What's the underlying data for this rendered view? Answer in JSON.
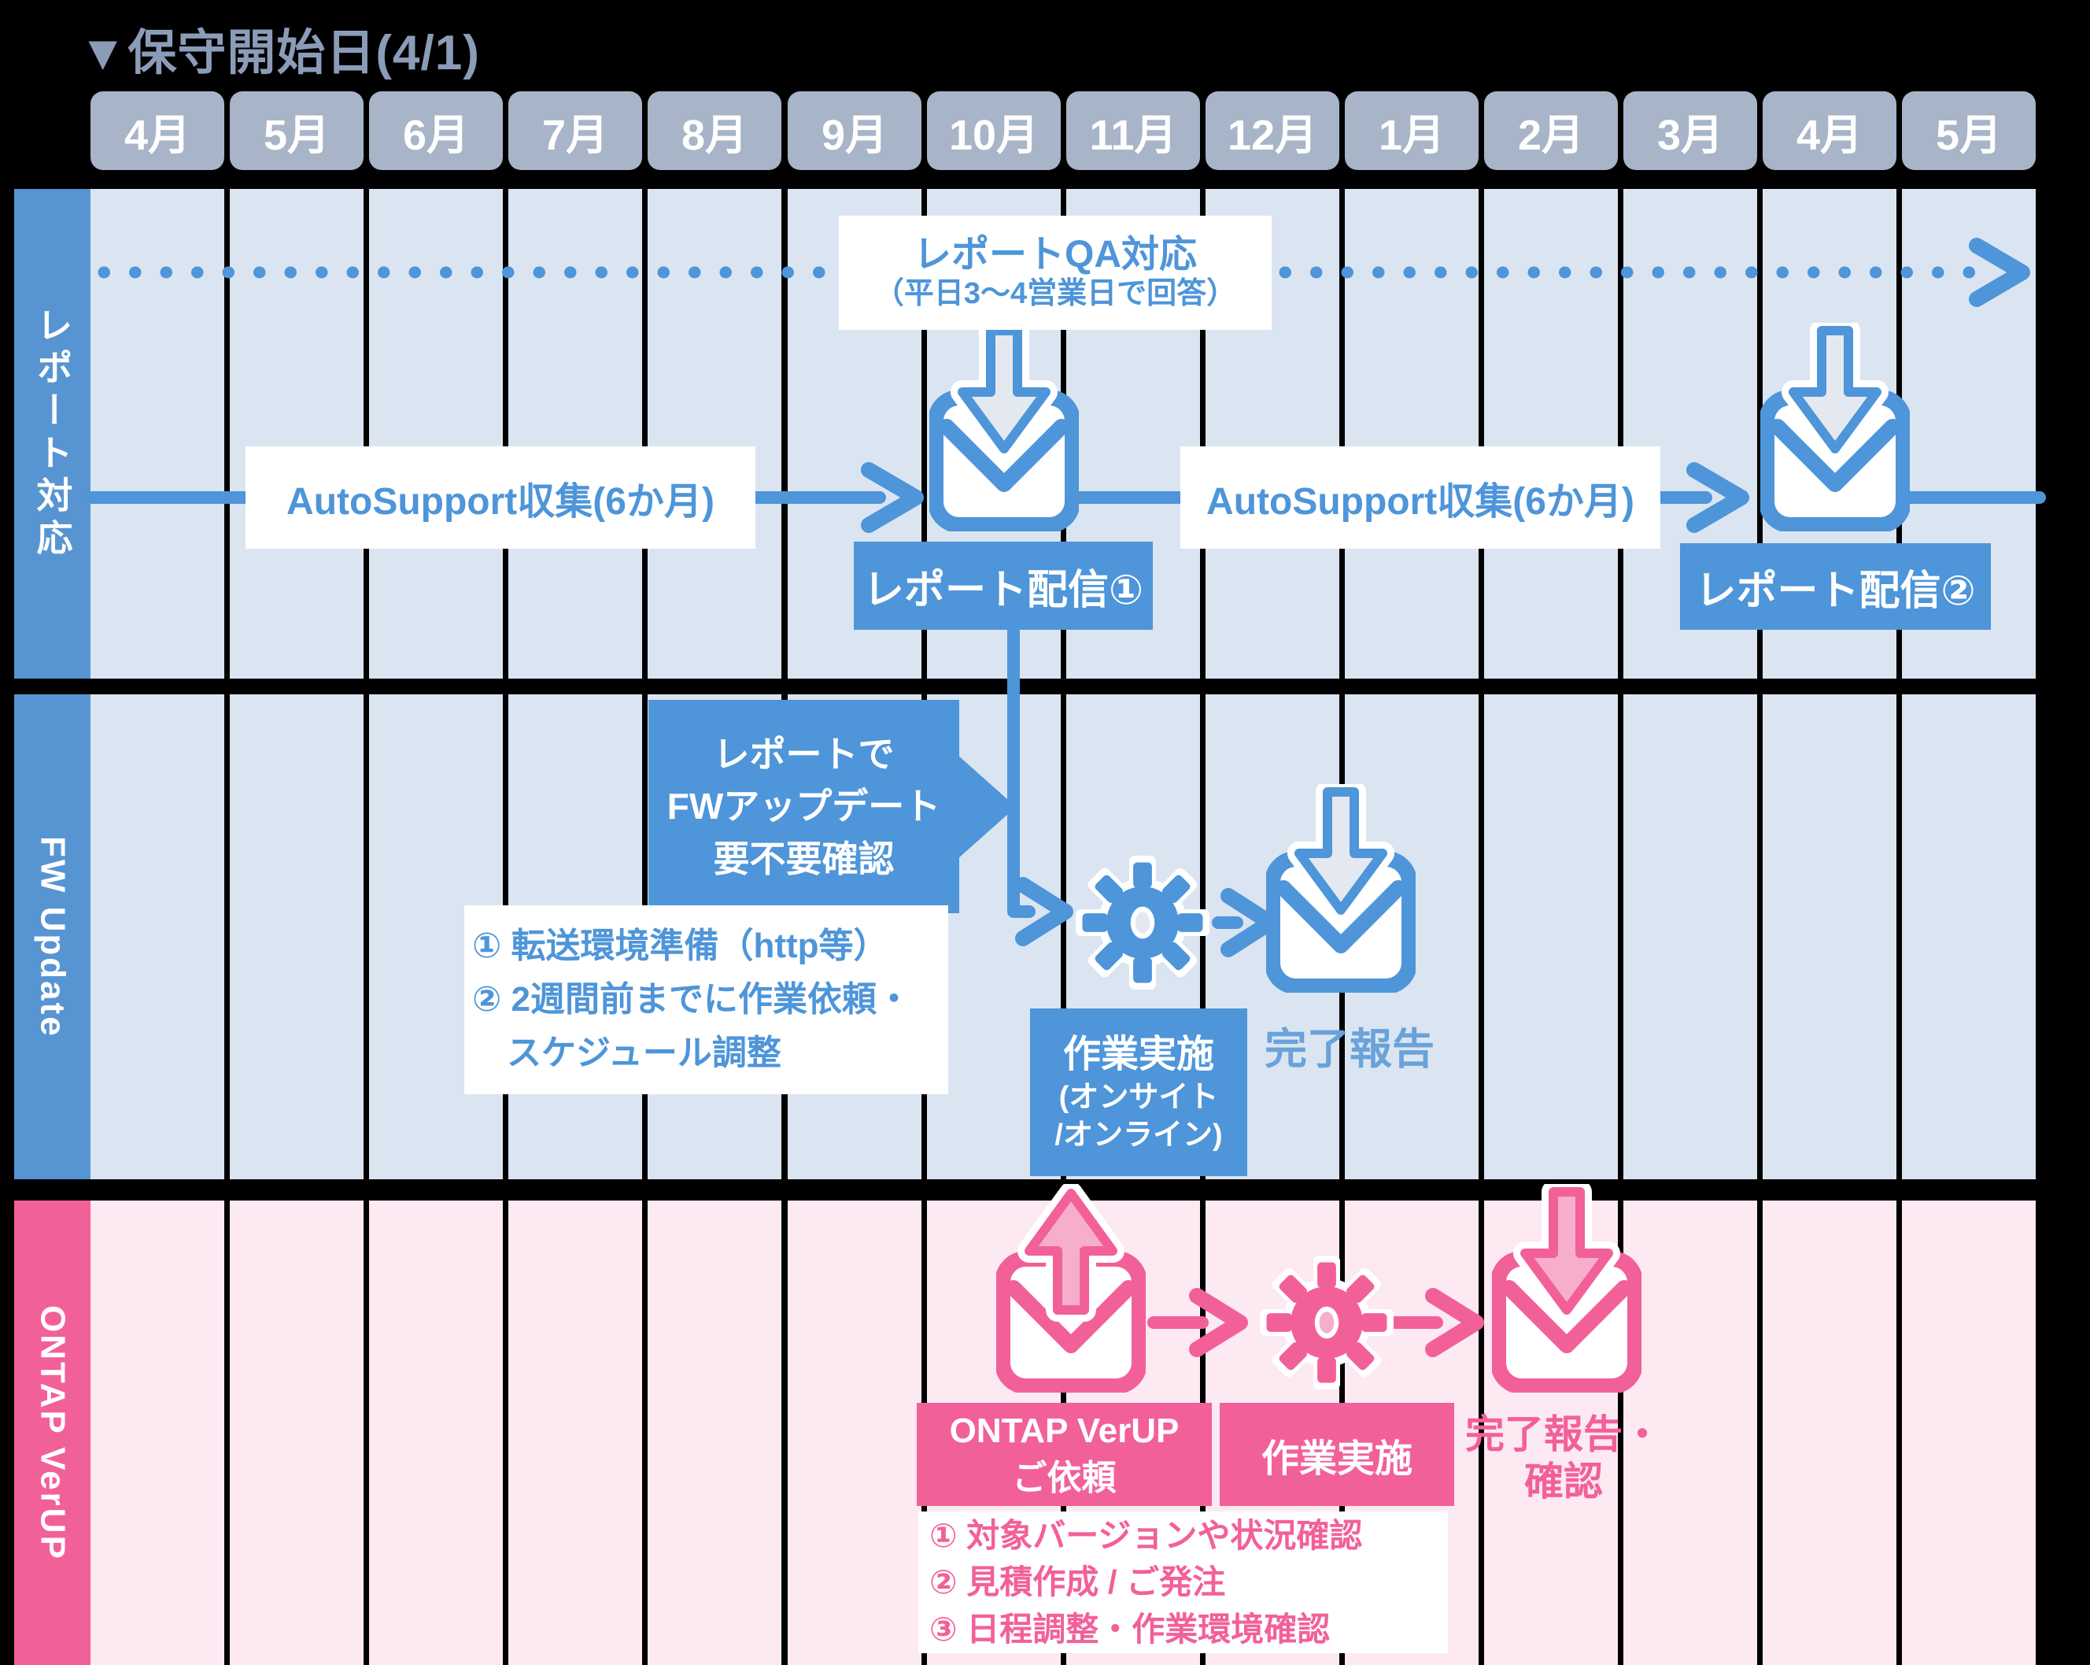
{
  "title": "▼保守開始日(4/1)",
  "timeline": {
    "months": [
      "4月",
      "5月",
      "6月",
      "7月",
      "8月",
      "9月",
      "10月",
      "11月",
      "12月",
      "1月",
      "2月",
      "3月",
      "4月",
      "5月"
    ]
  },
  "colors": {
    "accent_blue": "#4e95d9",
    "sidebar_blue": "#5795d2",
    "light_blue_cell": "#dbe5f1",
    "header_gray_blue": "#a8b4c7",
    "accent_pink": "#f2609a",
    "light_pink_cell": "#fce9f2",
    "title_gray_blue": "#8b9cb8",
    "background": "#000000"
  },
  "report_row": {
    "label": "レポート対応",
    "qa_line1": "レポートQA対応",
    "qa_line2": "（平日3～4営業日で回答）",
    "autosupport1": "AutoSupport収集(6か月)",
    "delivery1": "レポート配信①",
    "autosupport2": "AutoSupport収集(6か月)",
    "delivery2": "レポート配信②"
  },
  "fw_row": {
    "label": "FW Update",
    "callout_lines": [
      "レポートで",
      "FWアップデート",
      "要不要確認"
    ],
    "note_lines": [
      "① 転送環境準備（http等）",
      "② 2週間前までに作業依頼・",
      "　スケジュール調整"
    ],
    "work_line1": "作業実施",
    "work_line2": "(オンサイト",
    "work_line3": "/オンライン)",
    "done": "完了報告"
  },
  "ontap_row": {
    "label": "ONTAP VerUP",
    "request_line1": "ONTAP VerUP",
    "request_line2": "ご依頼",
    "work": "作業実施",
    "done_line1": "完了報告・",
    "done_line2": "確認",
    "note_lines": [
      "① 対象バージョンや状況確認",
      "② 見積作成 / ご発注",
      "③ 日程調整・作業環境確認"
    ]
  }
}
